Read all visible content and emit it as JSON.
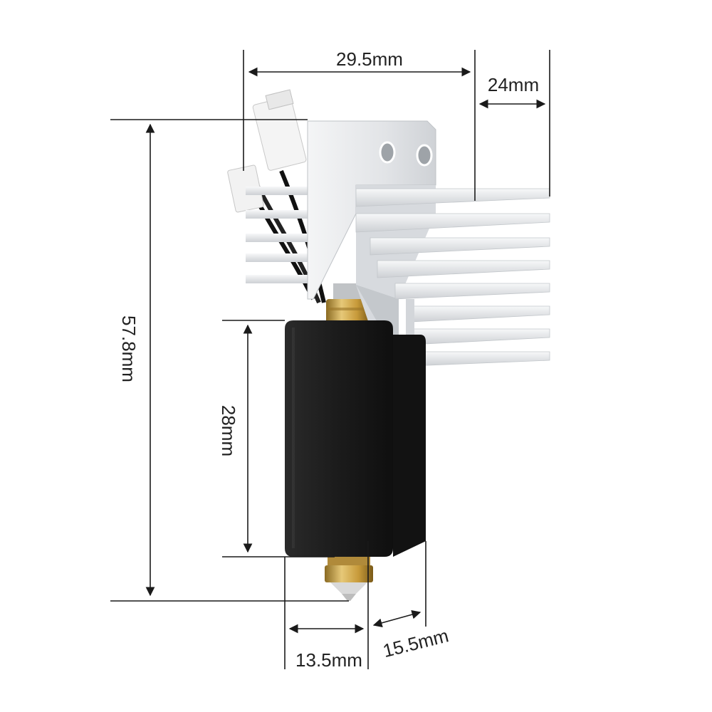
{
  "dimensions": {
    "top_width": "29.5mm",
    "fin_depth": "24mm",
    "total_height": "57.8mm",
    "heater_height": "28mm",
    "nozzle_offset": "13.5mm",
    "block_depth": "15.5mm"
  },
  "colors": {
    "background": "#ffffff",
    "dimension_line": "#1a1a1a",
    "heatsink": "#e6e8ea",
    "heatsink_shade": "#c9ccd0",
    "heater_block": "#1e1e1e",
    "brass": "#c9a24a",
    "connector": "#f2f2f2"
  },
  "icons": {
    "product": "hotend-assembly-icon"
  }
}
